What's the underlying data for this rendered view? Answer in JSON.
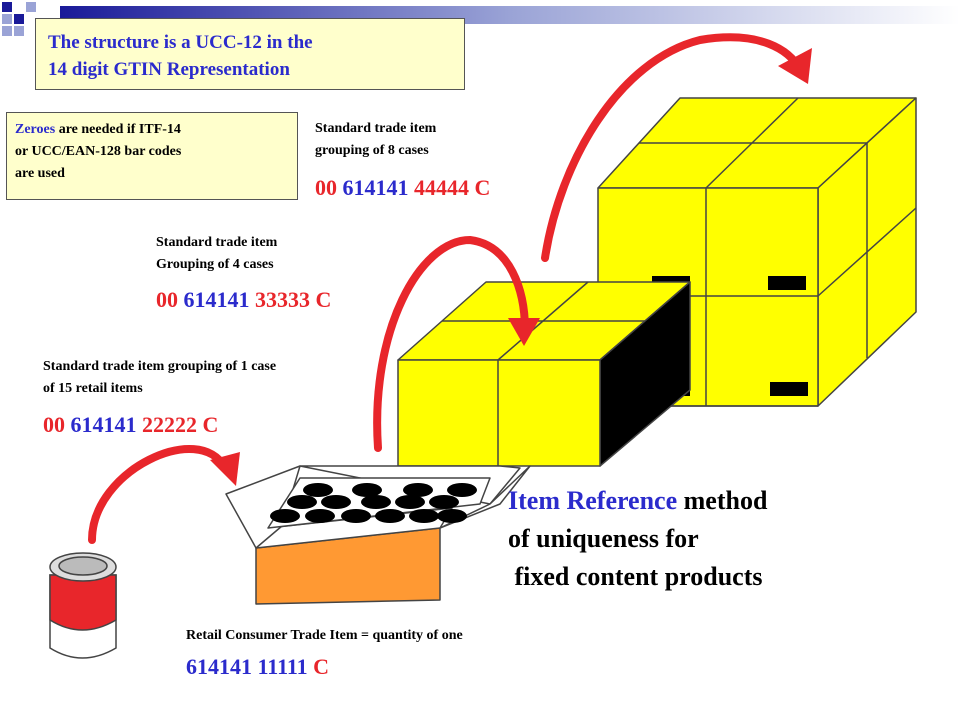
{
  "title": {
    "line1": "The structure is a UCC-12 in the",
    "line2": "14 digit GTIN  Representation"
  },
  "note": {
    "word": "Zeroes",
    "line1_rest": " are needed  if ITF-14",
    "line2": "or UCC/EAN-128 bar codes",
    "line3": "are used"
  },
  "levels": {
    "case8": {
      "label1": "Standard trade item",
      "label2": "grouping of 8 cases",
      "code_zero": "00",
      "code_prefix": "614141",
      "code_item": "44444 C"
    },
    "case4": {
      "label1": "Standard trade item",
      "label2": "Grouping of 4 cases",
      "code_zero": "00",
      "code_prefix": "614141",
      "code_item": "33333 C"
    },
    "case1": {
      "label1": "Standard trade item grouping of 1 case",
      "label2": "of 15 retail items",
      "code_zero": "00",
      "code_prefix": "614141",
      "code_item": "22222 C"
    },
    "retail": {
      "label1": "Retail Consumer Trade Item = quantity of one",
      "code_prefix": "614141 11111",
      "code_check": "C"
    }
  },
  "method": {
    "highlight": "Item Reference",
    "line1_rest": " method",
    "line2": "of uniqueness for",
    "line3": " fixed content products"
  },
  "colors": {
    "blue": "#2b2bcc",
    "red": "#e8262b",
    "box_yellow": "#ffff00",
    "note_bg": "#ffffcc",
    "case_orange": "#ff9933"
  }
}
